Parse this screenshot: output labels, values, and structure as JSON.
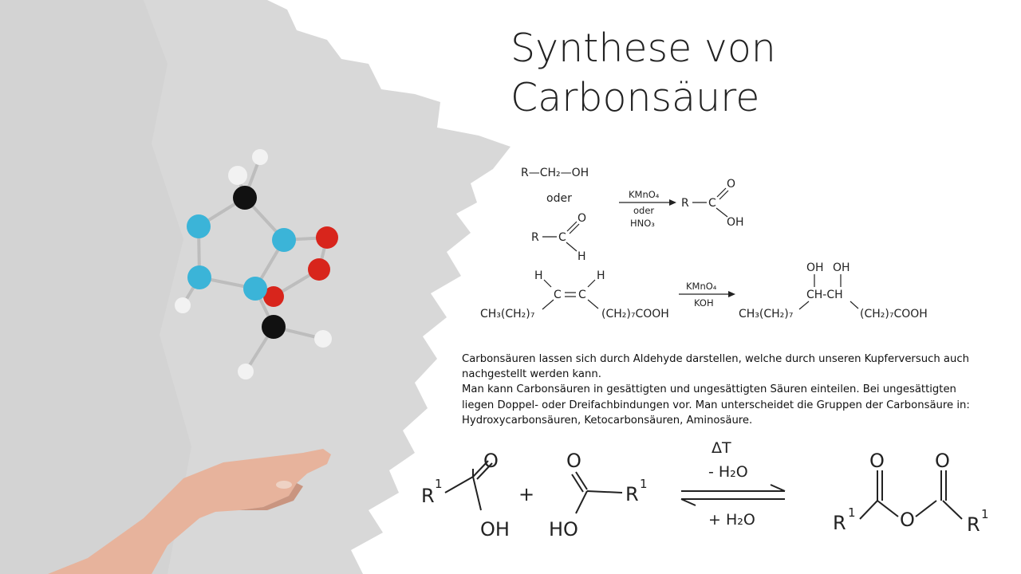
{
  "slide": {
    "title_lines": [
      "Synthese von",
      "Carbonsäure"
    ],
    "paragraphs": [
      "Carbonsäuren lassen sich durch Aldehyde darstellen, welche durch unseren Kupferversuch auch nachgestellt werden kann.",
      "Man kann Carbonsäuren in gesättigten und ungesättigten Säuren einteilen. Bei ungesättigten liegen Doppel- oder Dreifachbindungen vor. Man unterscheidet die Gruppen der Carbonsäure in: Hydroxycarbonsäuren, Ketocarbonsäuren, Aminosäure."
    ]
  },
  "reaction1": {
    "alcohol": "R—CH₂—OH",
    "or_label": "oder",
    "reagent_top": "KMnO₄",
    "reagent_mid": "oder",
    "reagent_bottom": "HNO₃",
    "r": "R",
    "c": "C",
    "o": "O",
    "oh": "OH",
    "h": "H"
  },
  "reaction2": {
    "left_chain": "CH₃(CH₂)₇",
    "right_chain": "(CH₂)₇COOH",
    "h": "H",
    "c": "C",
    "reagent_top": "KMnO₄",
    "reagent_bottom": "KOH",
    "oh": "OH",
    "ch_ch": "CH-CH"
  },
  "reaction3": {
    "r1": "R",
    "sup1": "1",
    "plus": "+",
    "o": "O",
    "oh": "OH",
    "ho": "HO",
    "heat": "ΔT",
    "minus_water": "- H₂O",
    "plus_water": "+ H₂O"
  },
  "colors": {
    "paint_stroke": "#d8d8d8",
    "carbon": "#111111",
    "nitrogen": "#3bb4d8",
    "oxygen": "#d8251c",
    "hydrogen": "#f2f2f2",
    "skin": "#e7b39c"
  },
  "icons": [
    "molecule-model",
    "hand-illustration"
  ]
}
